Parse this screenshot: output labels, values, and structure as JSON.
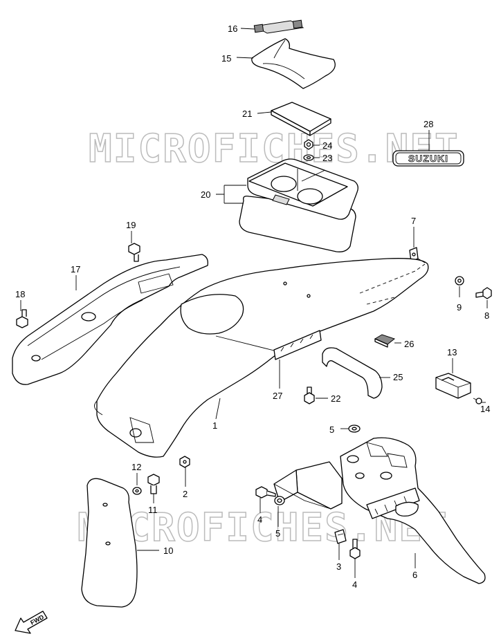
{
  "watermark": "MICROFICHES.NET",
  "emblem_text": "SUZUKI",
  "fwd_label": "FWD",
  "callouts": [
    {
      "id": "c16",
      "text": "16"
    },
    {
      "id": "c15",
      "text": "15"
    },
    {
      "id": "c21",
      "text": "21"
    },
    {
      "id": "c24",
      "text": "24"
    },
    {
      "id": "c23",
      "text": "23"
    },
    {
      "id": "c28",
      "text": "28"
    },
    {
      "id": "c20",
      "text": "20"
    },
    {
      "id": "c19",
      "text": "19"
    },
    {
      "id": "c7",
      "text": "7"
    },
    {
      "id": "c17",
      "text": "17"
    },
    {
      "id": "c18",
      "text": "18"
    },
    {
      "id": "c9",
      "text": "9"
    },
    {
      "id": "c8",
      "text": "8"
    },
    {
      "id": "c26",
      "text": "26"
    },
    {
      "id": "c13",
      "text": "13"
    },
    {
      "id": "c25",
      "text": "25"
    },
    {
      "id": "c27",
      "text": "27"
    },
    {
      "id": "c22",
      "text": "22"
    },
    {
      "id": "c14",
      "text": "14"
    },
    {
      "id": "c1",
      "text": "1"
    },
    {
      "id": "c5a",
      "text": "5"
    },
    {
      "id": "c12",
      "text": "12"
    },
    {
      "id": "c2",
      "text": "2"
    },
    {
      "id": "c11",
      "text": "11"
    },
    {
      "id": "c4a",
      "text": "4"
    },
    {
      "id": "c5b",
      "text": "5"
    },
    {
      "id": "c10",
      "text": "10"
    },
    {
      "id": "c3",
      "text": "3"
    },
    {
      "id": "c6",
      "text": "6"
    },
    {
      "id": "c4b",
      "text": "4"
    }
  ]
}
